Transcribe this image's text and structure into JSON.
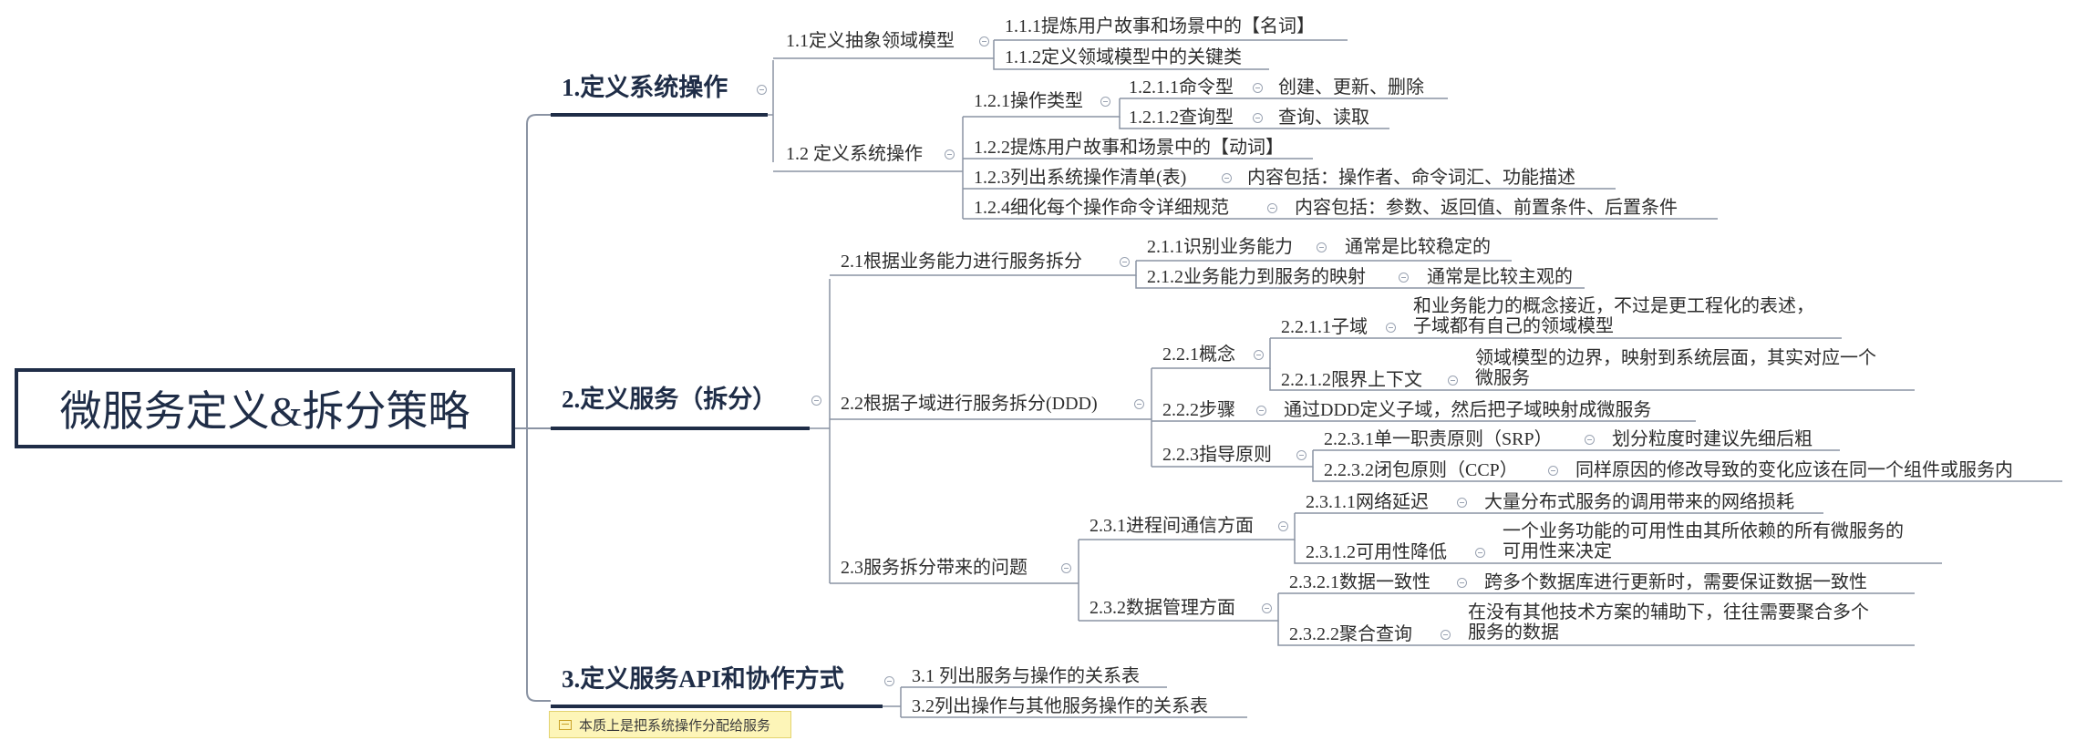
{
  "root": "微服务定义&拆分策略",
  "branches": [
    {
      "id": "b1",
      "text": "1.定义系统操作"
    },
    {
      "id": "b11",
      "text": "1.1定义抽象领域模型"
    },
    {
      "id": "b111",
      "text": "1.1.1提炼用户故事和场景中的【名词】"
    },
    {
      "id": "b112",
      "text": "1.1.2定义领域模型中的关键类"
    },
    {
      "id": "b12",
      "text": "1.2 定义系统操作"
    },
    {
      "id": "b121",
      "text": "1.2.1操作类型"
    },
    {
      "id": "b1211",
      "text": "1.2.1.1命令型"
    },
    {
      "id": "b1211n",
      "text": "创建、更新、删除"
    },
    {
      "id": "b1212",
      "text": "1.2.1.2查询型"
    },
    {
      "id": "b1212n",
      "text": "查询、读取"
    },
    {
      "id": "b122",
      "text": "1.2.2提炼用户故事和场景中的【动词】"
    },
    {
      "id": "b123",
      "text": "1.2.3列出系统操作清单(表)"
    },
    {
      "id": "b123n",
      "text": "内容包括：操作者、命令词汇、功能描述"
    },
    {
      "id": "b124",
      "text": "1.2.4细化每个操作命令详细规范"
    },
    {
      "id": "b124n",
      "text": "内容包括：参数、返回值、前置条件、后置条件"
    },
    {
      "id": "b2",
      "text": "2.定义服务（拆分）"
    },
    {
      "id": "b21",
      "text": "2.1根据业务能力进行服务拆分"
    },
    {
      "id": "b211",
      "text": "2.1.1识别业务能力"
    },
    {
      "id": "b211n",
      "text": "通常是比较稳定的"
    },
    {
      "id": "b212",
      "text": "2.1.2业务能力到服务的映射"
    },
    {
      "id": "b212n",
      "text": "通常是比较主观的"
    },
    {
      "id": "b22",
      "text": "2.2根据子域进行服务拆分(DDD)"
    },
    {
      "id": "b221",
      "text": "2.2.1概念"
    },
    {
      "id": "b2211",
      "text": "2.2.1.1子域"
    },
    {
      "id": "b2211n1",
      "text": "和业务能力的概念接近，不过是更工程化的表述，"
    },
    {
      "id": "b2211n2",
      "text": "子域都有自己的领域模型"
    },
    {
      "id": "b2212",
      "text": "2.2.1.2限界上下文"
    },
    {
      "id": "b2212n1",
      "text": "领域模型的边界，映射到系统层面，其实对应一个"
    },
    {
      "id": "b2212n2",
      "text": "微服务"
    },
    {
      "id": "b222",
      "text": "2.2.2步骤"
    },
    {
      "id": "b222n",
      "text": "通过DDD定义子域，然后把子域映射成微服务"
    },
    {
      "id": "b223",
      "text": "2.2.3指导原则"
    },
    {
      "id": "b2231",
      "text": "2.2.3.1单一职责原则（SRP）"
    },
    {
      "id": "b2231n",
      "text": "划分粒度时建议先细后粗"
    },
    {
      "id": "b2232",
      "text": "2.2.3.2闭包原则（CCP）"
    },
    {
      "id": "b2232n",
      "text": "同样原因的修改导致的变化应该在同一个组件或服务内"
    },
    {
      "id": "b23",
      "text": "2.3服务拆分带来的问题"
    },
    {
      "id": "b231",
      "text": "2.3.1进程间通信方面"
    },
    {
      "id": "b2311",
      "text": "2.3.1.1网络延迟"
    },
    {
      "id": "b2311n",
      "text": "大量分布式服务的调用带来的网络损耗"
    },
    {
      "id": "b2312",
      "text": "2.3.1.2可用性降低"
    },
    {
      "id": "b2312n1",
      "text": "一个业务功能的可用性由其所依赖的所有微服务的"
    },
    {
      "id": "b2312n2",
      "text": "可用性来决定"
    },
    {
      "id": "b232",
      "text": "2.3.2数据管理方面"
    },
    {
      "id": "b2321",
      "text": "2.3.2.1数据一致性"
    },
    {
      "id": "b2321n",
      "text": "跨多个数据库进行更新时，需要保证数据一致性"
    },
    {
      "id": "b2322",
      "text": "2.3.2.2聚合查询"
    },
    {
      "id": "b2322n1",
      "text": "在没有其他技术方案的辅助下，往往需要聚合多个"
    },
    {
      "id": "b2322n2",
      "text": "服务的数据"
    },
    {
      "id": "b3",
      "text": "3.定义服务API和协作方式"
    },
    {
      "id": "b31",
      "text": "3.1 列出服务与操作的关系表"
    },
    {
      "id": "b32",
      "text": "3.2列出操作与其他服务操作的关系表"
    }
  ],
  "memo": "本质上是把系统操作分配给服务",
  "colors": {
    "primary": "#1f2d47",
    "line": "#8a93a3",
    "memo_bg": "#fdf5b8"
  }
}
